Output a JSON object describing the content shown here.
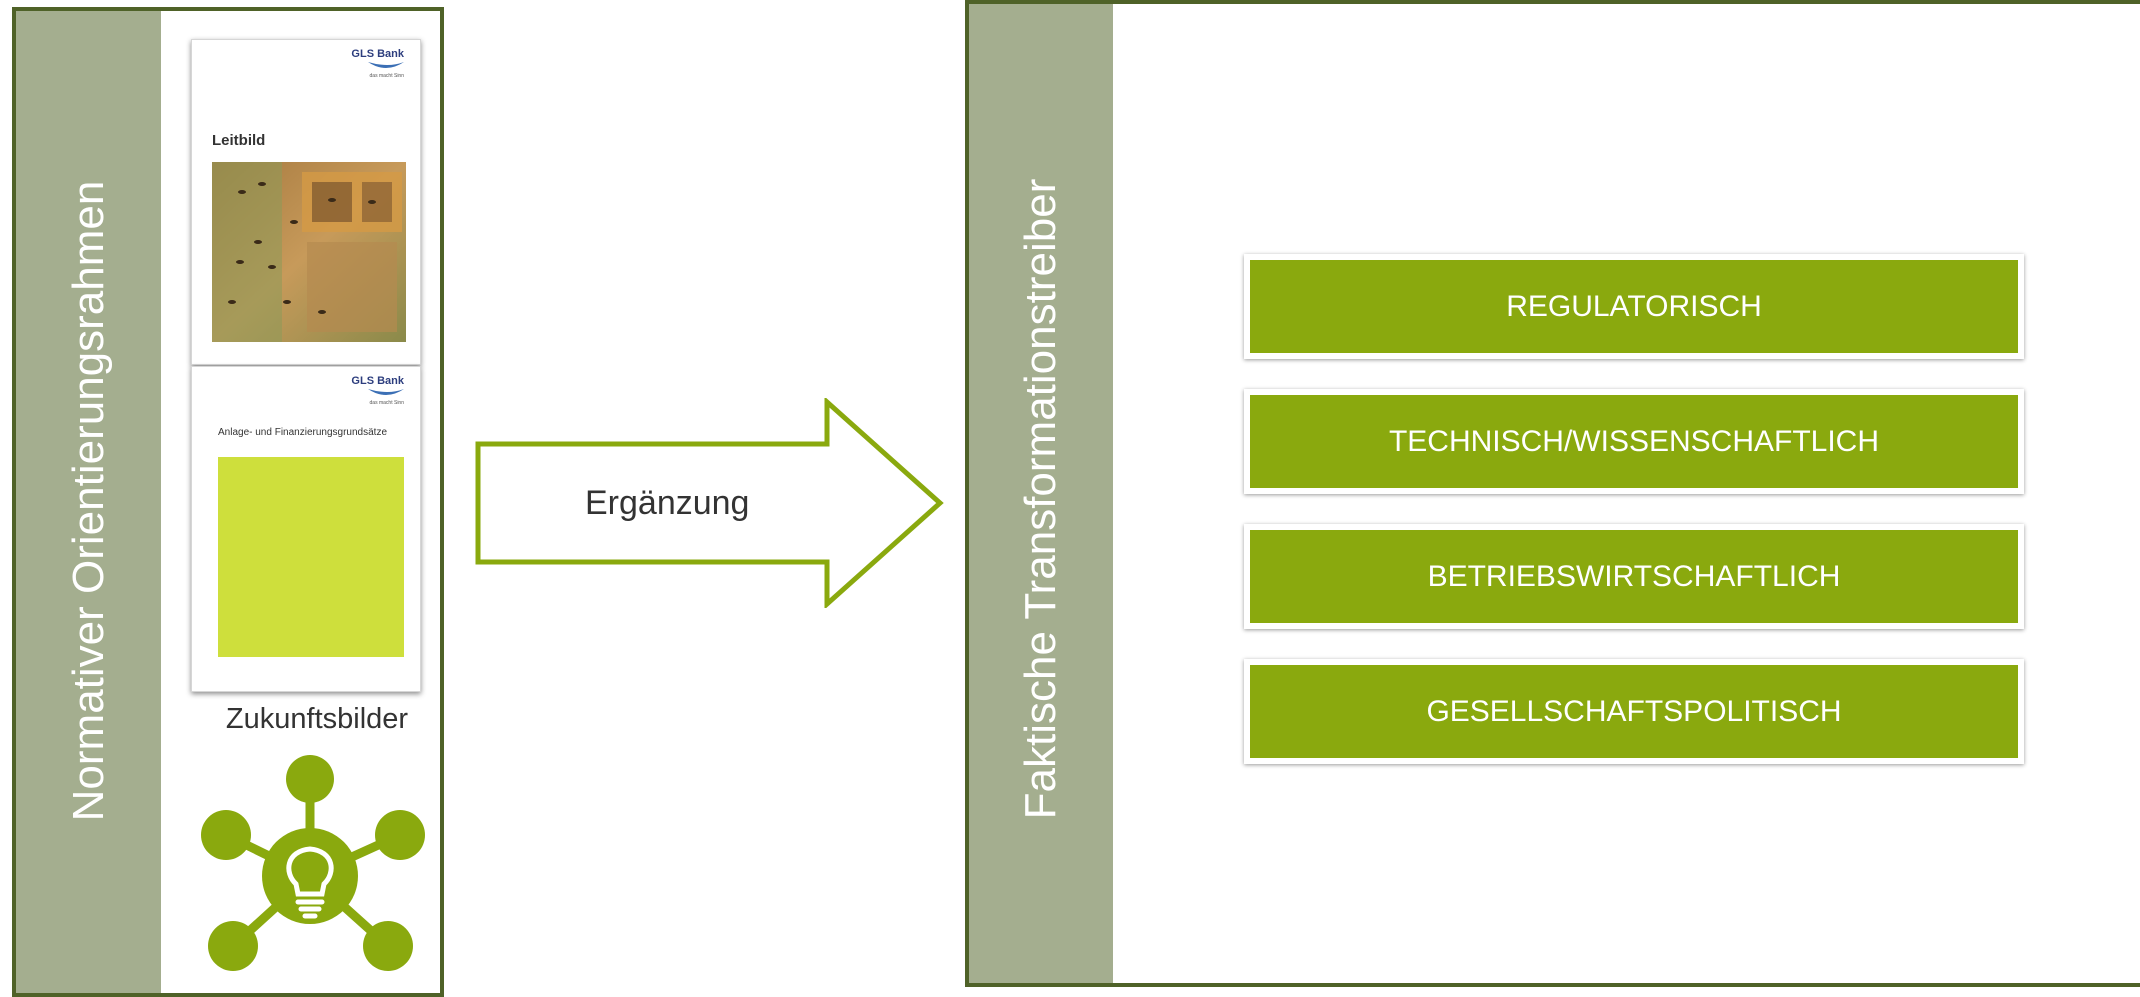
{
  "left_panel": {
    "sidebar_title": "Normativer Orientierungsrahmen",
    "documents": [
      {
        "logo": "GLS Bank",
        "logo_sub": "das macht Sinn",
        "title": "Leitbild"
      },
      {
        "logo": "GLS Bank",
        "logo_sub": "das macht Sinn",
        "title": "Anlage- und Finanzierungsgrundsätze"
      }
    ],
    "future_label": "Zukunftsbilder",
    "future_icon": "lightbulb-network-icon"
  },
  "arrow": {
    "label": "Ergänzung"
  },
  "right_panel": {
    "sidebar_title": "Faktische Transformationstreiber",
    "drivers": [
      {
        "label": "REGULATORISCH"
      },
      {
        "label": "TECHNISCH/WISSENSCHAFTLICH"
      },
      {
        "label": "BETRIEBSWIRTSCHAFTLICH"
      },
      {
        "label": "GESELLSCHAFTSPOLITISCH"
      }
    ]
  },
  "colors": {
    "sidebar": "#a4ae8f",
    "border": "#4f6228",
    "accent_green": "#8aa90e",
    "lime": "#cedf3c"
  }
}
